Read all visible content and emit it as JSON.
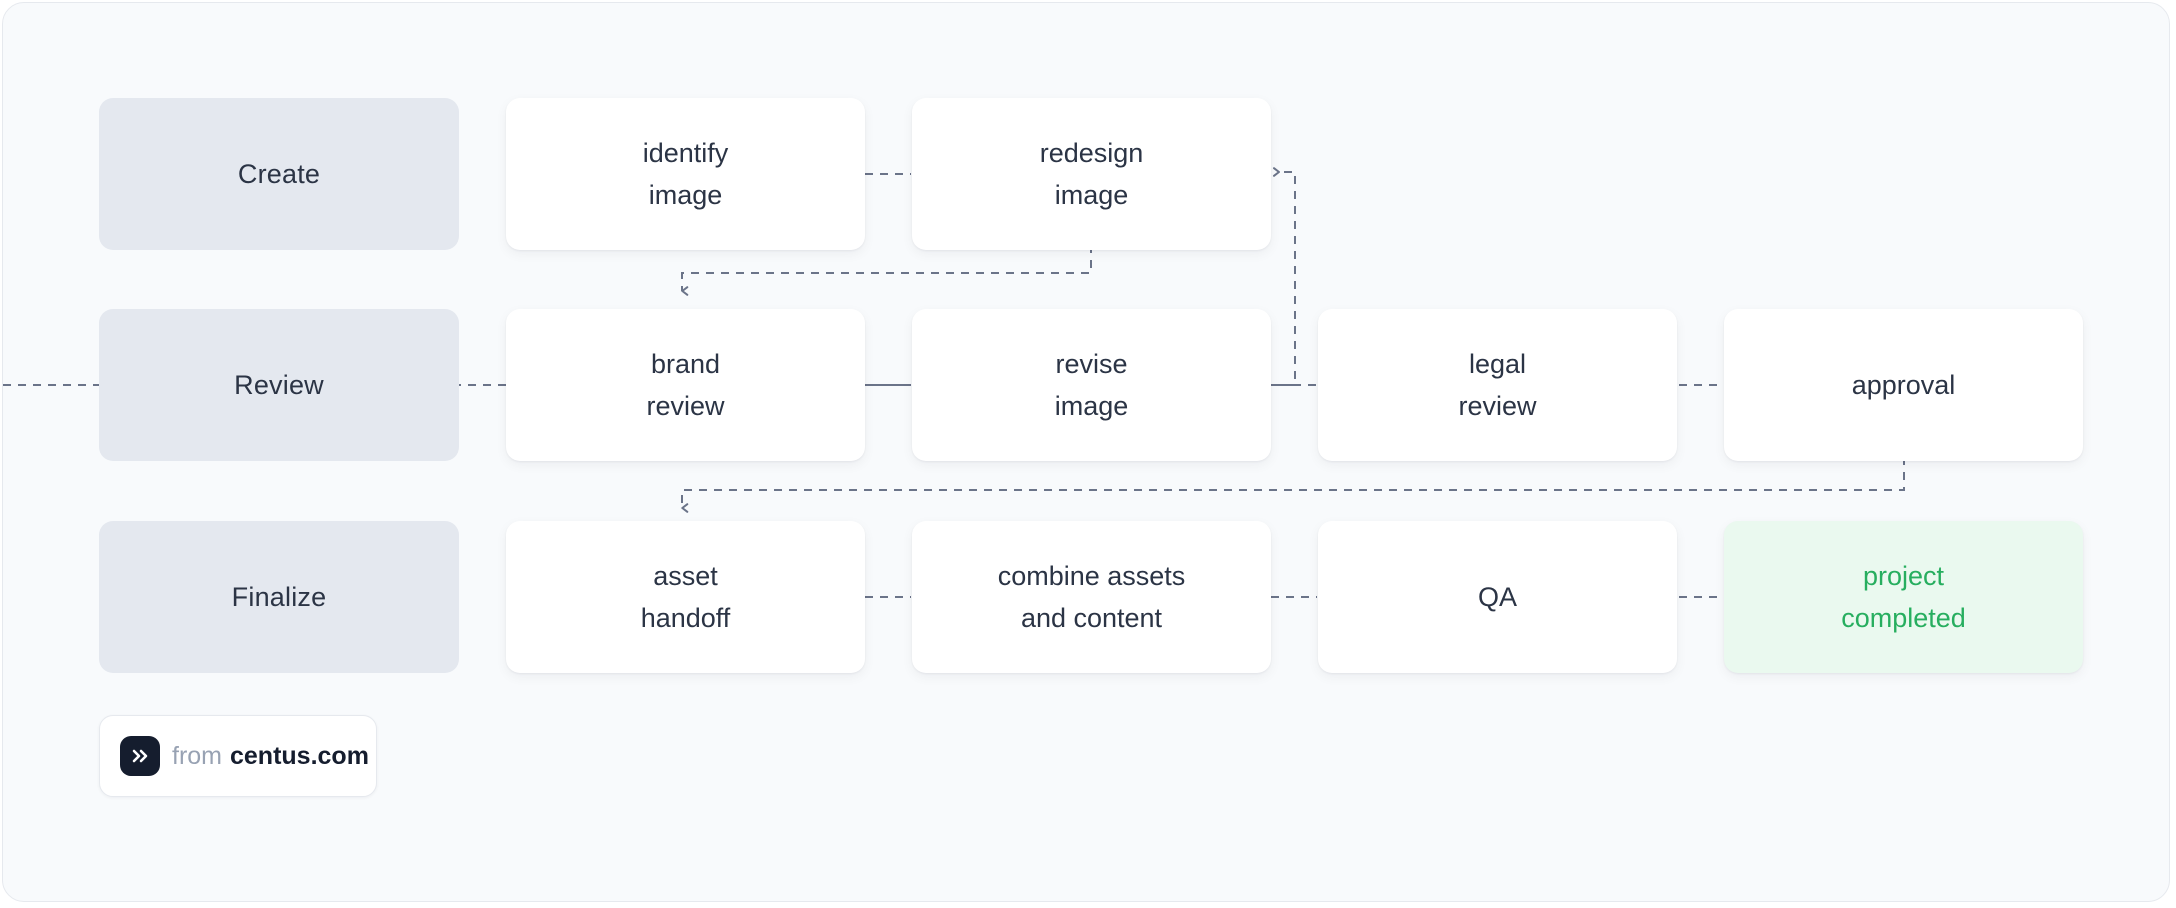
{
  "canvas": {
    "background_color": "#f8fafc",
    "border_color": "#e6e9ee"
  },
  "stages": [
    {
      "label": "Create"
    },
    {
      "label": "Review"
    },
    {
      "label": "Finalize"
    }
  ],
  "nodes": {
    "identify_image": "identify\nimage",
    "redesign_image": "redesign\nimage",
    "brand_review": "brand\nreview",
    "revise_image": "revise\nimage",
    "legal_review": "legal\nreview",
    "approval": "approval",
    "asset_handoff": "asset\nhandoff",
    "combine_assets": "combine assets\nand content",
    "qa": "QA",
    "project_completed": "project\ncompleted"
  },
  "colors": {
    "stage_bg": "#e4e8ef",
    "node_bg": "#ffffff",
    "node_text": "#2b3445",
    "completed_bg": "#eaf9ef",
    "completed_text": "#27ae5f",
    "connector": "#6b7489"
  },
  "badge": {
    "icon": "double-chevron-right-icon",
    "from_label": "from",
    "site_label": "centus.com"
  }
}
